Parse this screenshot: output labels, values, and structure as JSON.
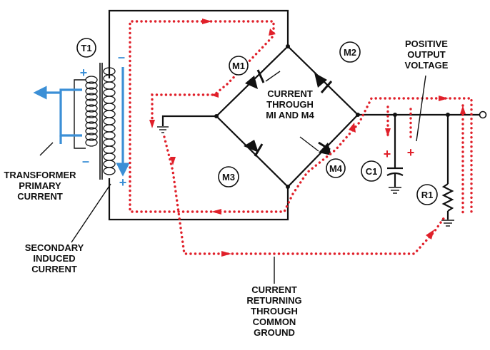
{
  "labels": {
    "t1": "T1",
    "m1": "M1",
    "m2": "M2",
    "m3": "M3",
    "m4": "M4",
    "c1": "C1",
    "r1": "R1",
    "plus": "+",
    "minus": "–",
    "primary_l1": "TRANSFORMER",
    "primary_l2": "PRIMARY",
    "primary_l3": "CURRENT",
    "secondary_l1": "SECONDARY",
    "secondary_l2": "INDUCED",
    "secondary_l3": "CURRENT",
    "through_l1": "CURRENT",
    "through_l2": "THROUGH",
    "through_l3": "MI AND M4",
    "positive_l1": "POSITIVE",
    "positive_l2": "OUTPUT",
    "positive_l3": "VOLTAGE",
    "return_l1": "CURRENT",
    "return_l2": "RETURNING",
    "return_l3": "THROUGH",
    "return_l4": "COMMON",
    "return_l5": "GROUND"
  },
  "colors": {
    "current_path": "#e0202a",
    "transformer_current": "#3b8fd6",
    "circuit": "#111111"
  }
}
